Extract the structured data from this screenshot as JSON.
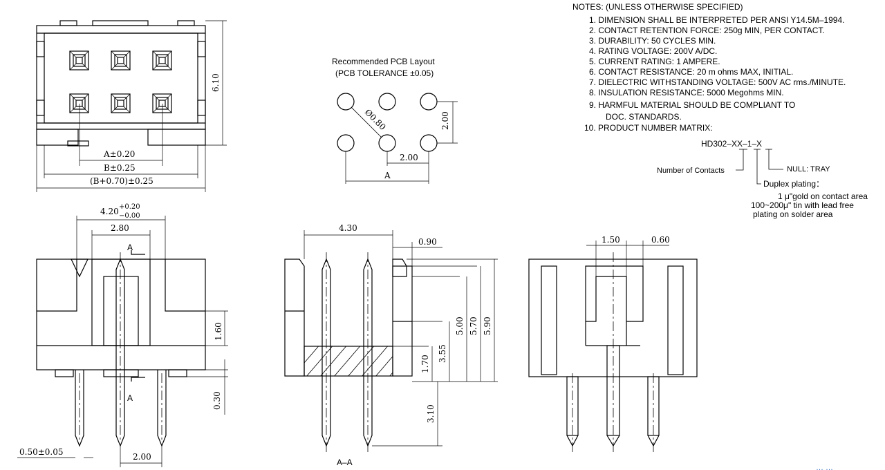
{
  "notes": {
    "heading": "NOTES: (UNLESS OTHERWISE SPECIFIED)",
    "items": [
      "1. DIMENSION SHALL BE INTERPRETED PER ANSI Y14.5M–1994.",
      "2. CONTACT RETENTION FORCE: 250g MIN, PER CONTACT.",
      "3. DURABILITY: 50 CYCLES MIN.",
      "4. RATING VOLTAGE: 200V A/DC.",
      "5. CURRENT RATING: 1 AMPERE.",
      "6. CONTACT RESISTANCE: 20 m ohms MAX, INITIAL.",
      "7. DIELECTRIC WITHSTANDING VOLTAGE: 500V AC rms./MINUTE.",
      "8. INSULATION RESISTANCE: 5000 Megohms MIN.",
      "9. HARMFUL MATERIAL SHOULD BE COMPLIANT TO",
      "DOC. STANDARDS.",
      "10. PRODUCT NUMBER MATRIX:"
    ]
  },
  "matrix": {
    "part_number": "HD302–XX–1–X",
    "contacts_label": "Number of Contacts",
    "tray_label": "NULL: TRAY",
    "plating_label": "Duplex plating：",
    "plating_line1": "1 μ\"gold on contact area",
    "plating_line2": "100~200μ\" tin with lead free",
    "plating_line3": "plating on solder area"
  },
  "pcb": {
    "title": "Recommended PCB Layout",
    "subtitle": "(PCB TOLERANCE ±0.05)",
    "hole_dia": "Ø0.80",
    "pitch_v": "2.00",
    "pitch_h": "2.00",
    "span_a": "A"
  },
  "top_view": {
    "height": "6.10",
    "dim_a": "A±0.20",
    "dim_b": "B±0.25",
    "dim_total": "(B+0.70)±0.25"
  },
  "front_view": {
    "width_base": "4.20",
    "width_tol_plus": "+0.20",
    "width_tol_minus": "−0.00",
    "inner": "2.80",
    "section_top": "A",
    "section_bottom": "A",
    "post_height": "1.60",
    "standoff": "0.30",
    "pin_width": "0.50±0.05",
    "pitch": "2.00"
  },
  "section_view": {
    "label": "A–A",
    "width": "4.30",
    "lip": "0.90",
    "h1": "1.70",
    "h2": "3.55",
    "h3": "5.00",
    "h4": "5.70",
    "h5": "5.90",
    "tail": "3.10"
  },
  "side_view": {
    "slot": "1.50",
    "wall": "0.60"
  },
  "watermark": "… …"
}
